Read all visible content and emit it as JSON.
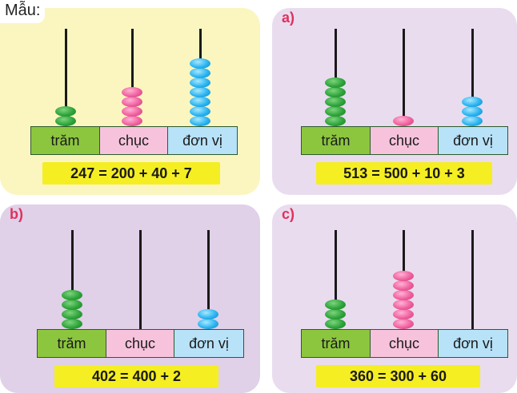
{
  "sample_label": "Mẫu:",
  "column_labels": {
    "hundreds": "trăm",
    "tens": "chục",
    "units": "đơn vị"
  },
  "panels": [
    {
      "label": "",
      "equation": "247 = 200 + 40 + 7",
      "beads": {
        "hundreds": 2,
        "tens": 4,
        "units": 7
      },
      "background": "#fbf6c0"
    },
    {
      "label": "a)",
      "equation": "513 = 500 + 10 + 3",
      "beads": {
        "hundreds": 5,
        "tens": 1,
        "units": 3
      },
      "background": "#e9dcef"
    },
    {
      "label": "b)",
      "equation": "402 = 400 + 2",
      "beads": {
        "hundreds": 4,
        "tens": 0,
        "units": 2
      },
      "background": "#e0d0e8"
    },
    {
      "label": "c)",
      "equation": "360 = 300 + 60",
      "beads": {
        "hundreds": 3,
        "tens": 6,
        "units": 0
      },
      "background": "#e9dcef"
    }
  ],
  "colors": {
    "hundreds_bead": "#2ea43a",
    "tens_bead": "#f0609e",
    "units_bead": "#2ab4f0",
    "equation_bg": "#f5ee22"
  }
}
